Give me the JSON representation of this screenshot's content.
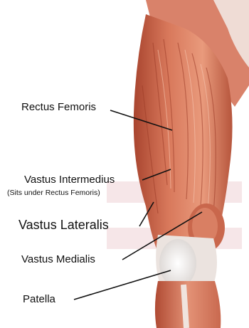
{
  "labels": {
    "rectus_femoris": "Rectus Femoris",
    "vastus_intermedius": "Vastus Intermedius",
    "vastus_intermedius_note": "(Sits under Rectus Femoris)",
    "vastus_lateralis": "Vastus Lateralis",
    "vastus_medialis": "Vastus Medialis",
    "patella": "Patella"
  },
  "colors": {
    "muscle_dark": "#b4513b",
    "muscle_mid": "#d87a5e",
    "muscle_light": "#efb196",
    "tendon": "#ece6e2",
    "watermark": "#f3dde0"
  }
}
